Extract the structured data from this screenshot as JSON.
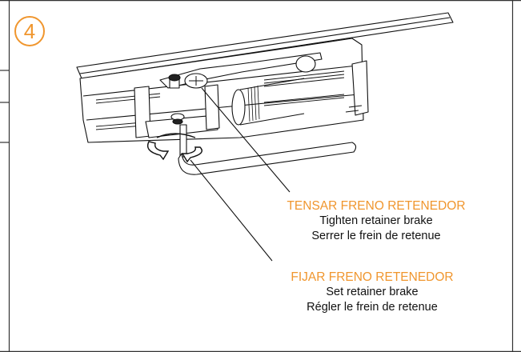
{
  "step": {
    "number": "4"
  },
  "callouts": [
    {
      "spanish": "TENSAR FRENO RETENEDOR",
      "english": "Tighten retainer brake",
      "french": "Serrer le frein de retenue"
    },
    {
      "spanish": "FIJAR FRENO RETENEDOR",
      "english": "Set retainer brake",
      "french": "Régler le frein de retenue"
    }
  ],
  "colors": {
    "accent": "#f0962e",
    "line": "#111111",
    "frame": "#333333"
  },
  "icons": [
    "rotation-arrows-icon"
  ]
}
